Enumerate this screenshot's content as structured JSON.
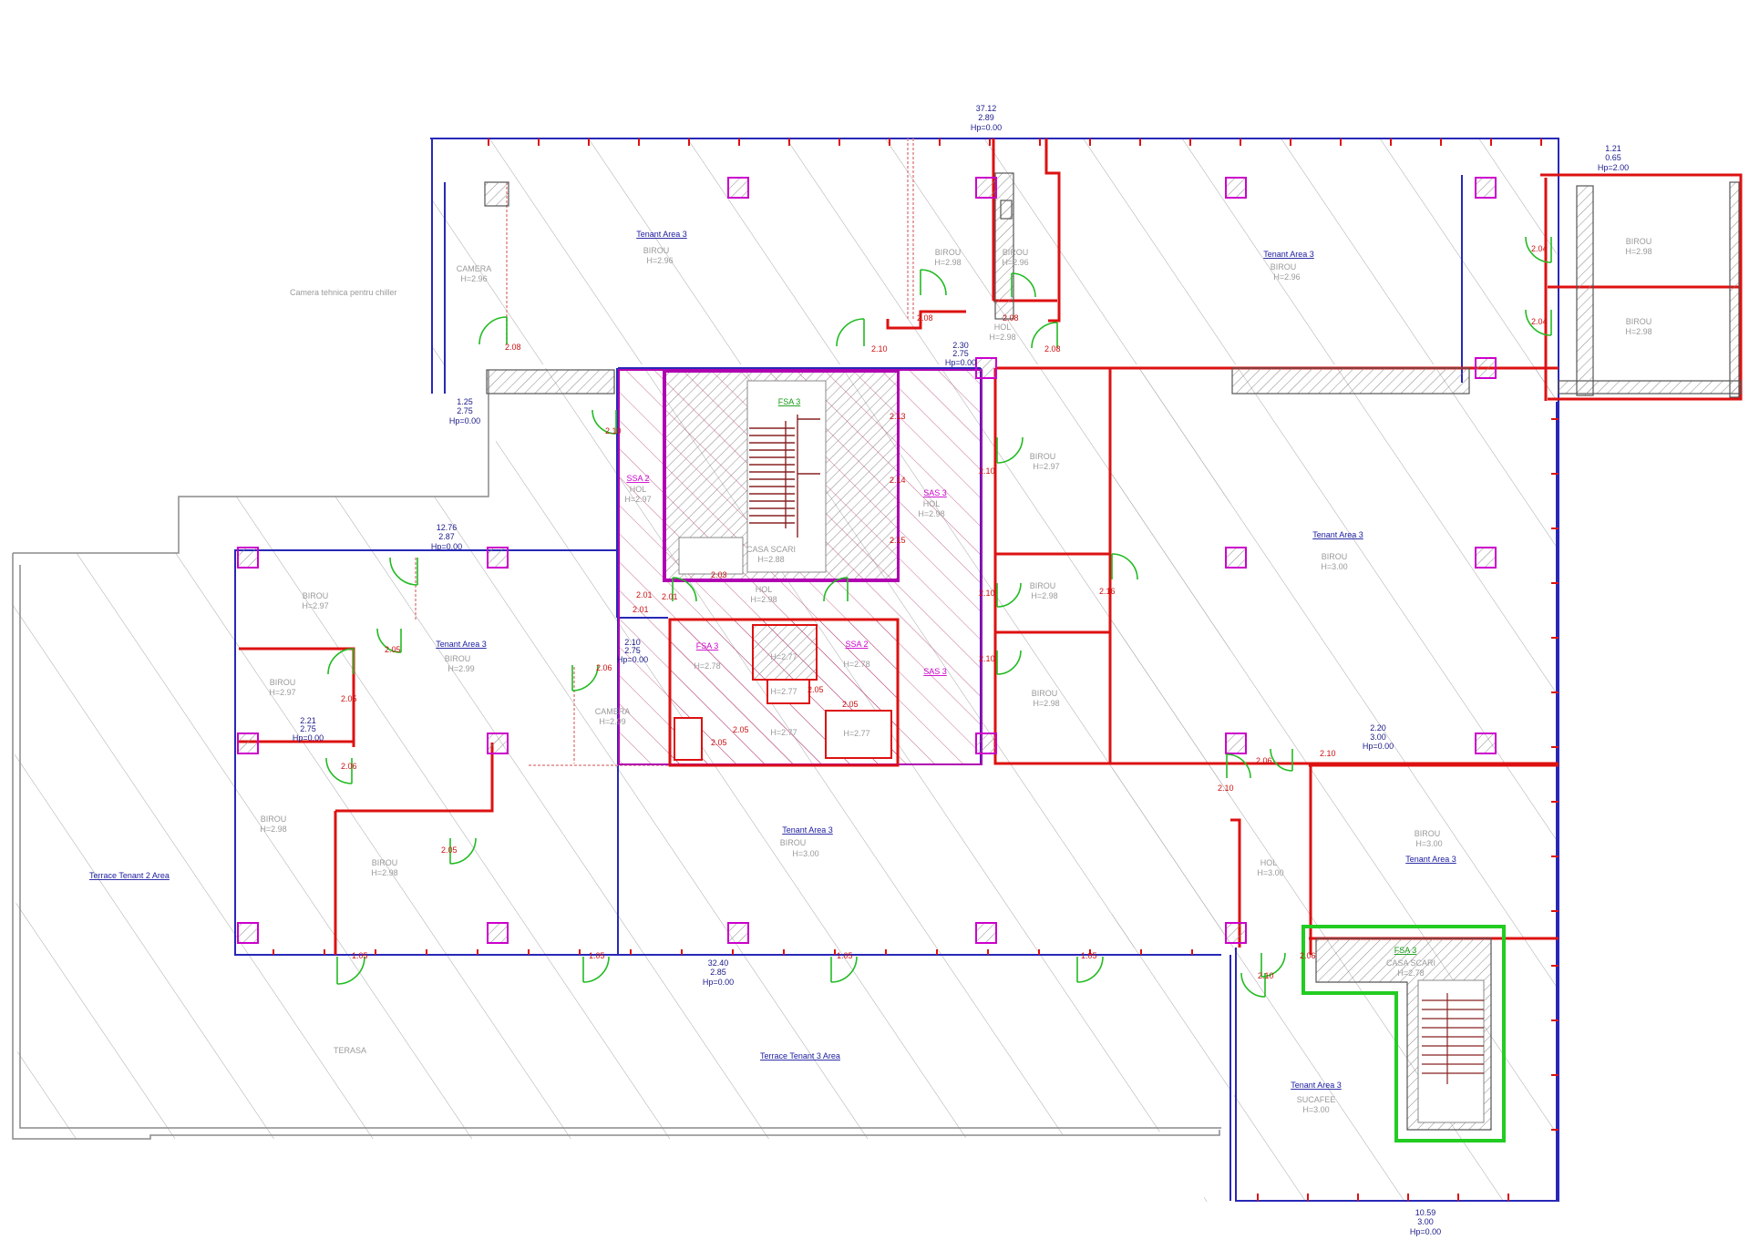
{
  "tenant_area_3": "Tenant Area 3",
  "terrace_tenant_2": "Terrace Tenant 2 Area",
  "terrace_tenant_3": "Terrace Tenant 3 Area",
  "terasa": "TERASA",
  "note_left": "Camera tehnica pentru chiller",
  "birou": "BIROU",
  "hol": "HOL",
  "casa_scari": "CASA SCARI",
  "camera": "CAMERA",
  "sub_cafe": "SUCAFEE",
  "h_297": "H=2.97",
  "h_298": "H=2.98",
  "h_299": "H=2.99",
  "h_300": "H=3.00",
  "h_296": "H=2.96",
  "h_277": "H=2.77",
  "h_278": "H=2.78",
  "h_288": "H=2.88",
  "fk3": "FSA 3",
  "ssa": "SSA 2",
  "sas": "SAS 3",
  "dims": {
    "top": [
      "37.12",
      "2.89",
      "Hp=0.00"
    ],
    "top_right": [
      "1.21",
      "0.65",
      "Hp=2.00"
    ],
    "left_mid": [
      "12.76",
      "2.87",
      "Hp=0.00"
    ],
    "door_230": [
      "2.30",
      "2.75",
      "Hp=0.00"
    ],
    "door_210": [
      "2.10",
      "2.75",
      "Hp=0.00"
    ],
    "bottom_mid": [
      "32.40",
      "2.85",
      "Hp=0.00"
    ],
    "bottom_right": [
      "10.59",
      "3.00",
      "Hp=0.00"
    ],
    "right_mid": [
      "2.20",
      "3.00",
      "Hp=0.00"
    ],
    "lt_125": [
      "1.25",
      "2.75",
      "Hp=0.00"
    ],
    "ld_221": [
      "2.21",
      "2.75",
      "Hp=0.00"
    ]
  },
  "door_codes": [
    "2.08",
    "2.08",
    "2.08",
    "2.10",
    "2.08",
    "2.10",
    "2.13",
    "2.14",
    "2.15",
    "2.10",
    "2.10",
    "2.10",
    "2.16",
    "2.04",
    "2.04",
    "2.05",
    "2.05",
    "2.05",
    "2.06",
    "2.06",
    "2.06",
    "2.10",
    "2.10",
    "2.10",
    "2.05",
    "1.05",
    "1.05",
    "1.05",
    "1.05",
    "2.01",
    "2.03",
    "2.05",
    "2.06",
    "2.05",
    "2.01",
    "2.01",
    "2.05"
  ],
  "colors": {
    "blue": "#2222bb",
    "red": "#dd1111",
    "magenta": "#cc00cc",
    "green": "#22bb22",
    "hatch": "#9a9a9a",
    "pink": "#e08080"
  }
}
